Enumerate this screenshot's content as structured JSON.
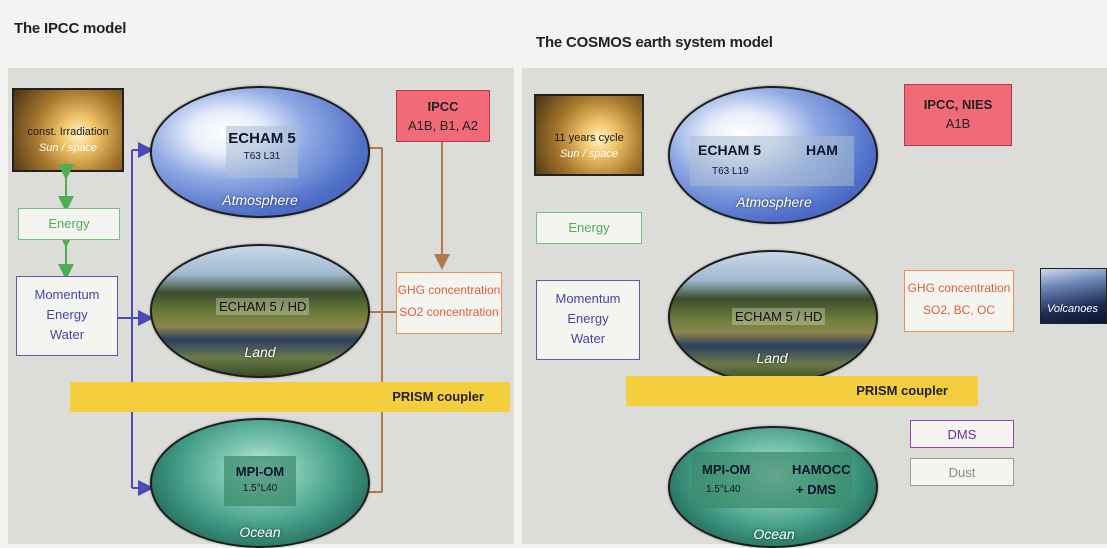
{
  "left": {
    "title": "The IPCC model",
    "sun_label": "const. Irradiation",
    "sun_sub": "Sun / space",
    "energy": "Energy",
    "mew": [
      "Momentum",
      "Energy",
      "Water"
    ],
    "atm_title": "ECHAM 5",
    "atm_res": "T63 L31",
    "atm_caption": "Atmosphere",
    "land_title": "ECHAM 5 / HD",
    "land_caption": "Land",
    "ocean_title": "MPI-OM",
    "ocean_res": "1.5°L40",
    "ocean_caption": "Ocean",
    "ipcc_title": "IPCC",
    "ipcc_sub": "A1B, B1, A2",
    "ghg1": "GHG concentration",
    "ghg2": "SO2 concentration",
    "coupler": "PRISM coupler"
  },
  "right": {
    "title": "The COSMOS earth system model",
    "sun_label": "11 years cycle",
    "sun_sub": "Sun / space",
    "energy": "Energy",
    "mew": [
      "Momentum",
      "Energy",
      "Water"
    ],
    "atm_title": "ECHAM 5",
    "atm_ham": "HAM",
    "atm_res": "T63 L19",
    "atm_caption": "Atmosphere",
    "land_title": "ECHAM 5 / HD",
    "land_caption": "Land",
    "ocean_title": "MPI-OM",
    "ocean_res": "1.5°L40",
    "ocean_hamocc": "HAMOCC",
    "ocean_dms": "+ DMS",
    "ocean_caption": "Ocean",
    "ipcc_title": "IPCC, NIES",
    "ipcc_sub": "A1B",
    "ghg1": "GHG concentration",
    "ghg2": "SO2, BC, OC",
    "volcano_label": "Volcanoes",
    "coupler": "PRISM coupler",
    "dms_box": "DMS",
    "dust_box": "Dust"
  },
  "colors": {
    "flow_blue": "#4a4ab8",
    "flow_brown": "#b07a48",
    "flow_green": "#4eae54",
    "coupler_yellow": "#f4ce3c",
    "ipcc_red": "#f06a78"
  }
}
